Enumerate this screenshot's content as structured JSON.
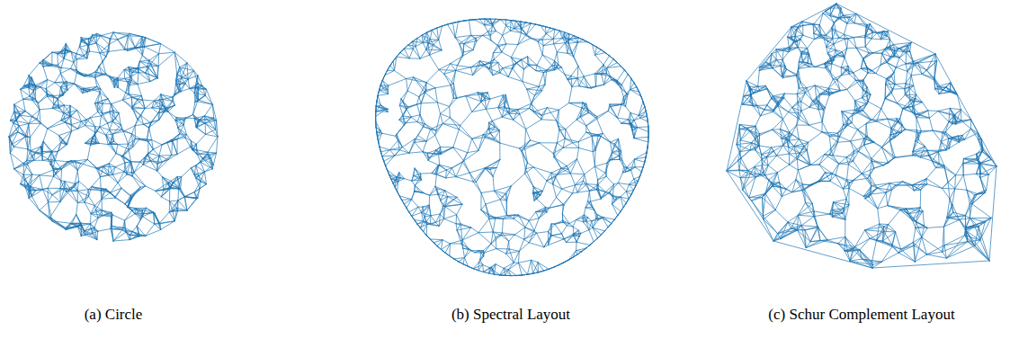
{
  "diagram": {
    "labels": [
      "(a) Circle",
      "(b) Spectral Layout",
      "(c) Schur Complement Layout"
    ]
  }
}
